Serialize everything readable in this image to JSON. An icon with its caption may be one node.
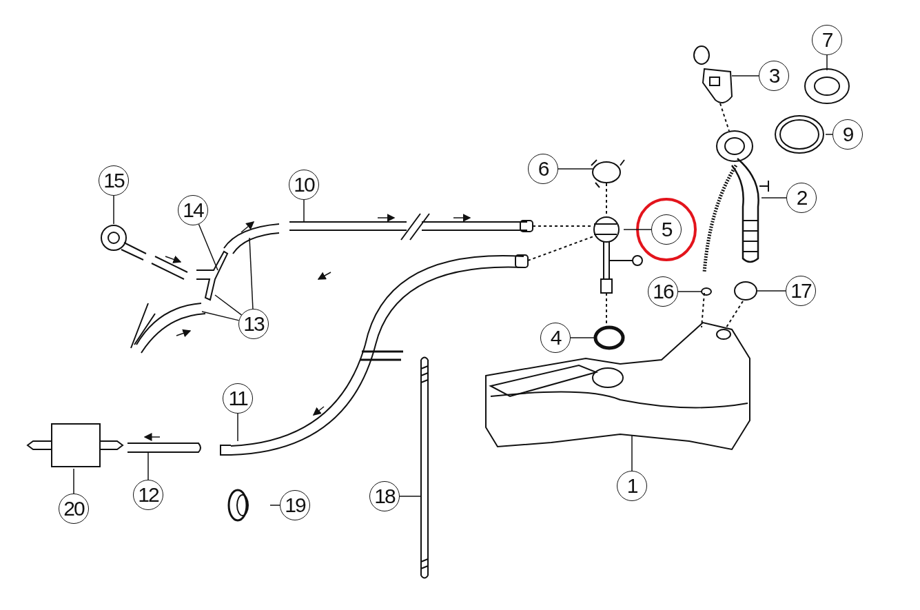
{
  "diagram": {
    "nodes": [
      {
        "text": [
          "7"
        ]
      },
      {
        "text": [
          "3"
        ]
      },
      {
        "text": [
          "9"
        ]
      },
      {
        "text": [
          "6"
        ]
      },
      {
        "text": [
          "2"
        ]
      },
      {
        "text": [
          "15"
        ]
      },
      {
        "text": [
          "10"
        ]
      },
      {
        "text": [
          "14"
        ]
      },
      {
        "text": [
          "5"
        ]
      },
      {
        "text": [
          "16"
        ]
      },
      {
        "text": [
          "17"
        ]
      },
      {
        "text": [
          "13"
        ]
      },
      {
        "text": [
          "4"
        ]
      },
      {
        "text": [
          "11"
        ]
      },
      {
        "text": [
          "1"
        ]
      },
      {
        "text": [
          "20"
        ]
      },
      {
        "text": [
          "12"
        ]
      },
      {
        "text": [
          "19"
        ]
      },
      {
        "text": [
          "18"
        ]
      },
      {
        "text": [],
        "shape": "circle"
      },
      {
        "text": [],
        "shape": "circle"
      },
      {
        "text": [],
        "shape": "circle"
      }
    ],
    "edges": [
      {
        "from": 0,
        "to": null,
        "arrow": "none"
      },
      {
        "from": 1,
        "to": null,
        "arrow": "none"
      },
      {
        "from": 2,
        "to": null,
        "arrow": "none"
      },
      {
        "from": 3,
        "to": null,
        "arrow": "none"
      },
      {
        "from": 4,
        "to": null,
        "arrow": "none"
      },
      {
        "from": 5,
        "to": null,
        "arrow": "none"
      },
      {
        "from": 6,
        "to": null,
        "arrow": "none"
      },
      {
        "from": 7,
        "to": null,
        "arrow": "none"
      },
      {
        "from": 8,
        "to": null,
        "arrow": "none"
      },
      {
        "from": 9,
        "to": 19,
        "arrow": "none"
      },
      {
        "from": 10,
        "to": 20,
        "arrow": "none"
      },
      {
        "from": 11,
        "to": null,
        "arrow": "none"
      },
      {
        "from": 11,
        "to": null,
        "arrow": "none"
      },
      {
        "from": 11,
        "to": null,
        "arrow": "none"
      },
      {
        "from": 12,
        "to": 21,
        "arrow": "none"
      },
      {
        "from": 13,
        "to": null,
        "arrow": "none"
      },
      {
        "from": 14,
        "to": null,
        "arrow": "none"
      },
      {
        "from": 15,
        "to": null,
        "arrow": "none"
      },
      {
        "from": 16,
        "to": null,
        "arrow": "none"
      },
      {
        "from": 17,
        "to": null,
        "arrow": "none"
      },
      {
        "from": 18,
        "to": null,
        "arrow": "none"
      }
    ]
  }
}
